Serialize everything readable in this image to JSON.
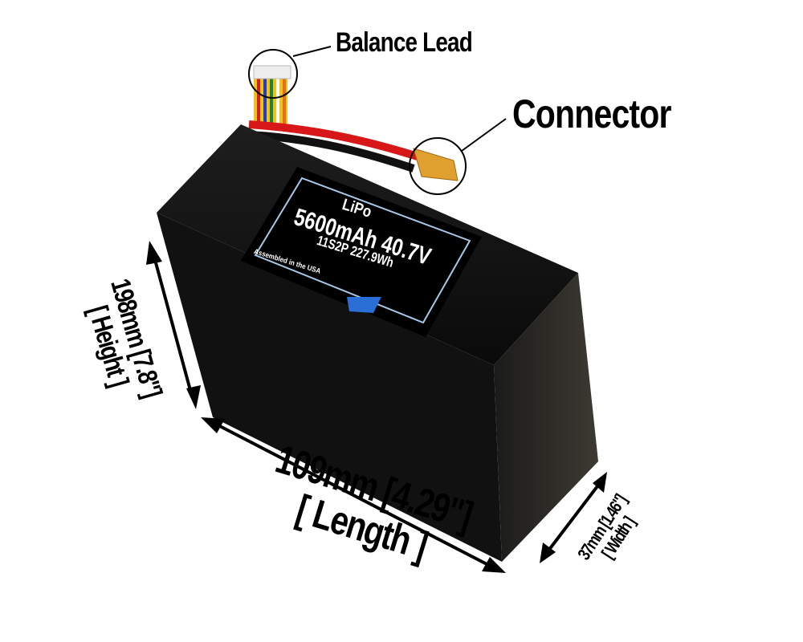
{
  "product": {
    "chemistry": "LiPo",
    "capacity_voltage": "5600mAh 40.7V",
    "configuration_energy": "11S2P 227.9Wh",
    "assembled_text": "Assembled in the USA",
    "logo": "MA-logo"
  },
  "callouts": {
    "balance_lead": "Balance Lead",
    "connector": "Connector"
  },
  "dimensions": {
    "height": {
      "value": "198mm [7.8\"]",
      "label": "[ Height ]"
    },
    "length": {
      "value": "109mm [4.29\"]",
      "label": "[ Length ]"
    },
    "width": {
      "value": "37mm [1.46\"]",
      "label": "[ Width ]"
    }
  },
  "colors": {
    "battery_body": "#141414",
    "label_border": "#a8c8e8",
    "connector": "#e0a030",
    "red_wire": "#d81818",
    "logo_blue": "#2a6fd6"
  }
}
